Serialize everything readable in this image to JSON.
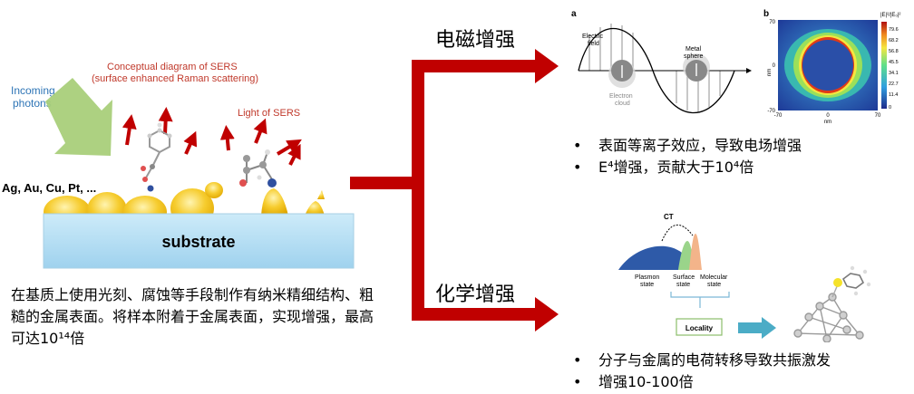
{
  "sers": {
    "title_line1": "Conceptual diagram of SERS",
    "title_line2": "(surface enhanced Raman scattering)",
    "incoming_line1": "Incoming",
    "incoming_line2": "photons",
    "light_label": "Light of SERS",
    "metals": "Ag, Au, Cu, Pt, ...",
    "substrate": "substrate",
    "description": "在基质上使用光刻、腐蚀等手段制作有纳米精细结构、粗糙的金属表面。将样本附着于金属表面，实现增强，最高可达10¹⁴倍"
  },
  "em": {
    "title": "电磁增强",
    "panel_a": {
      "letter": "a",
      "field_line1": "Electric",
      "field_line2": "field",
      "sphere_line1": "Metal",
      "sphere_line2": "sphere",
      "cloud_line1": "Electron",
      "cloud_line2": "cloud"
    },
    "panel_b": {
      "letter": "b",
      "colorbar_title": "|E|²/|E₀|²",
      "colorbar_ticks": [
        "79.6",
        "68.2",
        "56.8",
        "45.5",
        "34.1",
        "22.7",
        "11.4",
        "0"
      ],
      "y_ticks": [
        "70",
        "0",
        "-70"
      ],
      "x_ticks": [
        "-70",
        "0",
        "70"
      ],
      "y_unit": "nm",
      "x_unit": "nm"
    },
    "bullets": [
      "表面等离子效应，导致电场增强",
      "E⁴增强，贡献大于10⁴倍"
    ]
  },
  "chem": {
    "title": "化学增强",
    "ct_label": "CT",
    "plasmon_line1": "Plasmon",
    "plasmon_line2": "state",
    "surface_line1": "Surface",
    "surface_line2": "state",
    "molecular_line1": "Molecular",
    "molecular_line2": "state",
    "locality": "Locality",
    "bullets": [
      "分子与金属的电荷转移导致共振激发",
      "增强10-100倍"
    ]
  },
  "colors": {
    "arrow_red": "#c00000",
    "photon_green": "#a9cf7a",
    "substrate_blue": "#b6def3",
    "gold": "#f5c518",
    "teal": "#4bacc6"
  }
}
